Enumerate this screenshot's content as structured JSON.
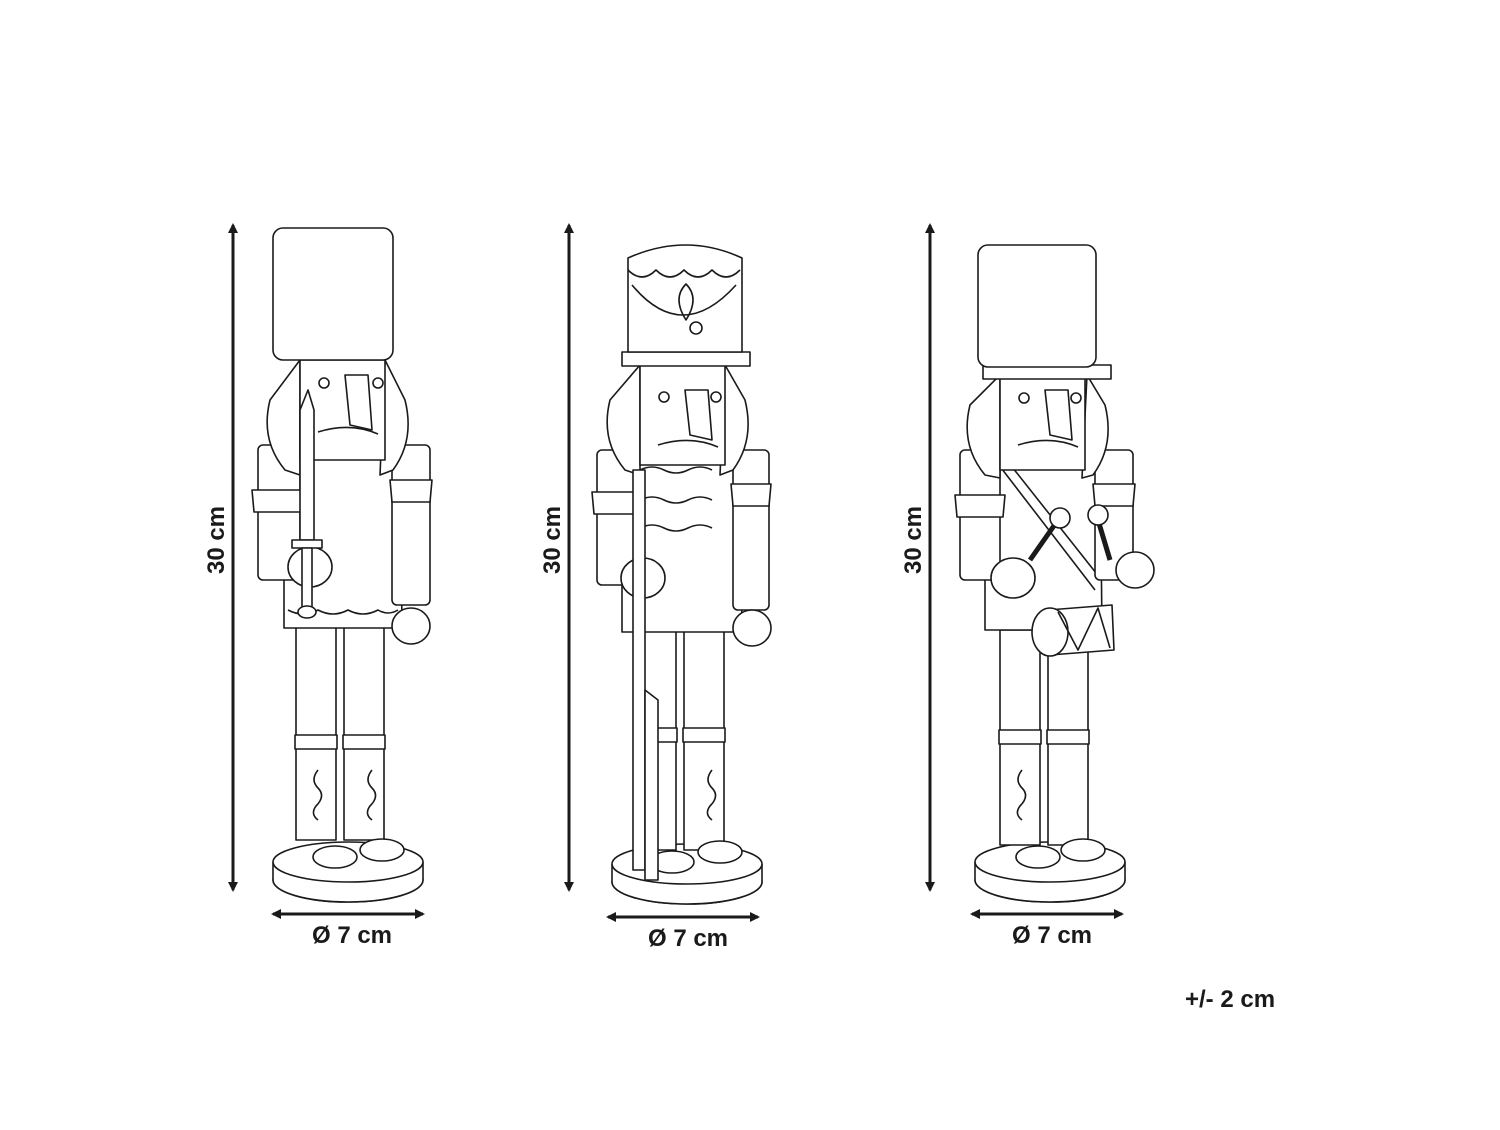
{
  "figures": [
    {
      "name": "nutcracker-sword",
      "height_label": "30 cm",
      "diameter_label": "Ø 7 cm"
    },
    {
      "name": "nutcracker-rifle",
      "height_label": "30 cm",
      "diameter_label": "Ø 7 cm"
    },
    {
      "name": "nutcracker-drum",
      "height_label": "30 cm",
      "diameter_label": "Ø 7 cm"
    }
  ],
  "tolerance_label": "+/- 2 cm",
  "colors": {
    "line": "#1a1a1a",
    "background": "#ffffff"
  }
}
